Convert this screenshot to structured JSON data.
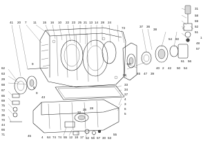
{
  "labels": {
    "top": [
      "41",
      "20",
      "7",
      "11",
      "15",
      "16",
      "10",
      "22",
      "23",
      "25",
      "21",
      "13",
      "14",
      "28",
      "24",
      "73"
    ],
    "top_right": [
      "37",
      "31",
      "58",
      "59",
      "36",
      "38",
      "52",
      "51",
      "1",
      "48",
      "40",
      "2",
      "42",
      "50",
      "54",
      "57"
    ],
    "right_col": [
      "19",
      "46",
      "47",
      "39",
      "66",
      "33",
      "34",
      "27",
      "4",
      "3",
      "6",
      "5"
    ],
    "left_col": [
      "62",
      "63",
      "29",
      "68",
      "67",
      "65",
      "69",
      "75",
      "72",
      "35",
      "70",
      "44",
      "66",
      "71",
      "9"
    ],
    "bottom": [
      "4",
      "64",
      "74",
      "74",
      "55",
      "12",
      "18",
      "17",
      "52",
      "56",
      "57",
      "30",
      "53",
      "55",
      "45"
    ],
    "misc": [
      "8",
      "9",
      "43",
      "32",
      "26",
      "28",
      "54",
      "60",
      "61",
      "56"
    ]
  }
}
